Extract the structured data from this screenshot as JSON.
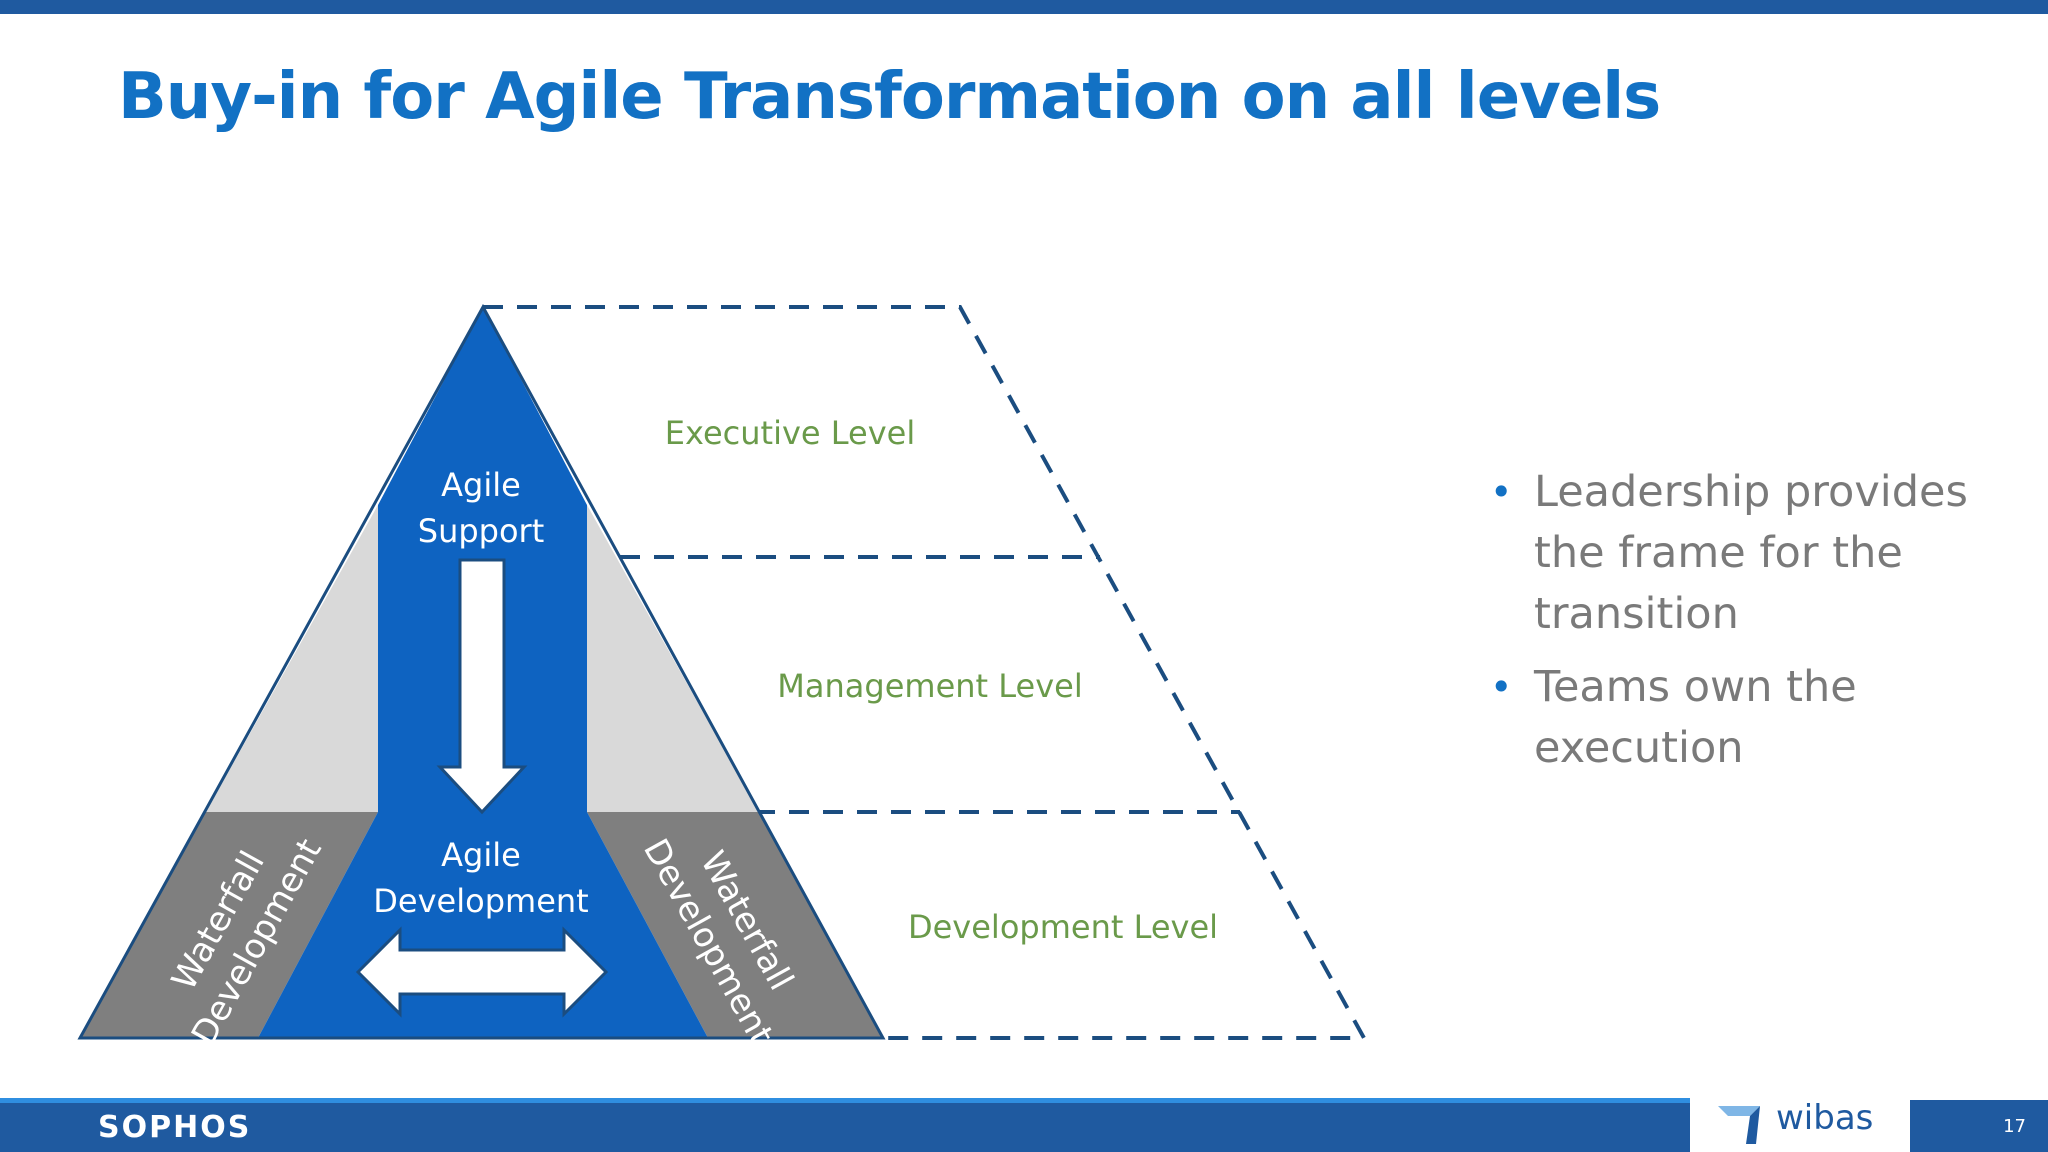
{
  "slide": {
    "title": "Buy-in for Agile Transformation on all levels",
    "page_number": "17"
  },
  "diagram": {
    "levels": [
      "Executive Level",
      "Management Level",
      "Development Level"
    ],
    "center_top_label": [
      "Agile",
      "Support"
    ],
    "center_bottom_label": [
      "Agile",
      "Development"
    ],
    "left_side_label": [
      "Waterfall",
      "Development"
    ],
    "right_side_label": [
      "Waterfall",
      "Development"
    ],
    "colors": {
      "blue": "#0e63c1",
      "grey_light": "#d9d9d9",
      "grey_dark": "#7f7f7f",
      "dash": "#1b4d80",
      "level_text": "#6a9a4a"
    }
  },
  "bullets": [
    "Leadership provides the frame for the transition",
    "Teams own the execution"
  ],
  "footer": {
    "left_logo": "SOPHOS",
    "right_logo": "wibas"
  }
}
